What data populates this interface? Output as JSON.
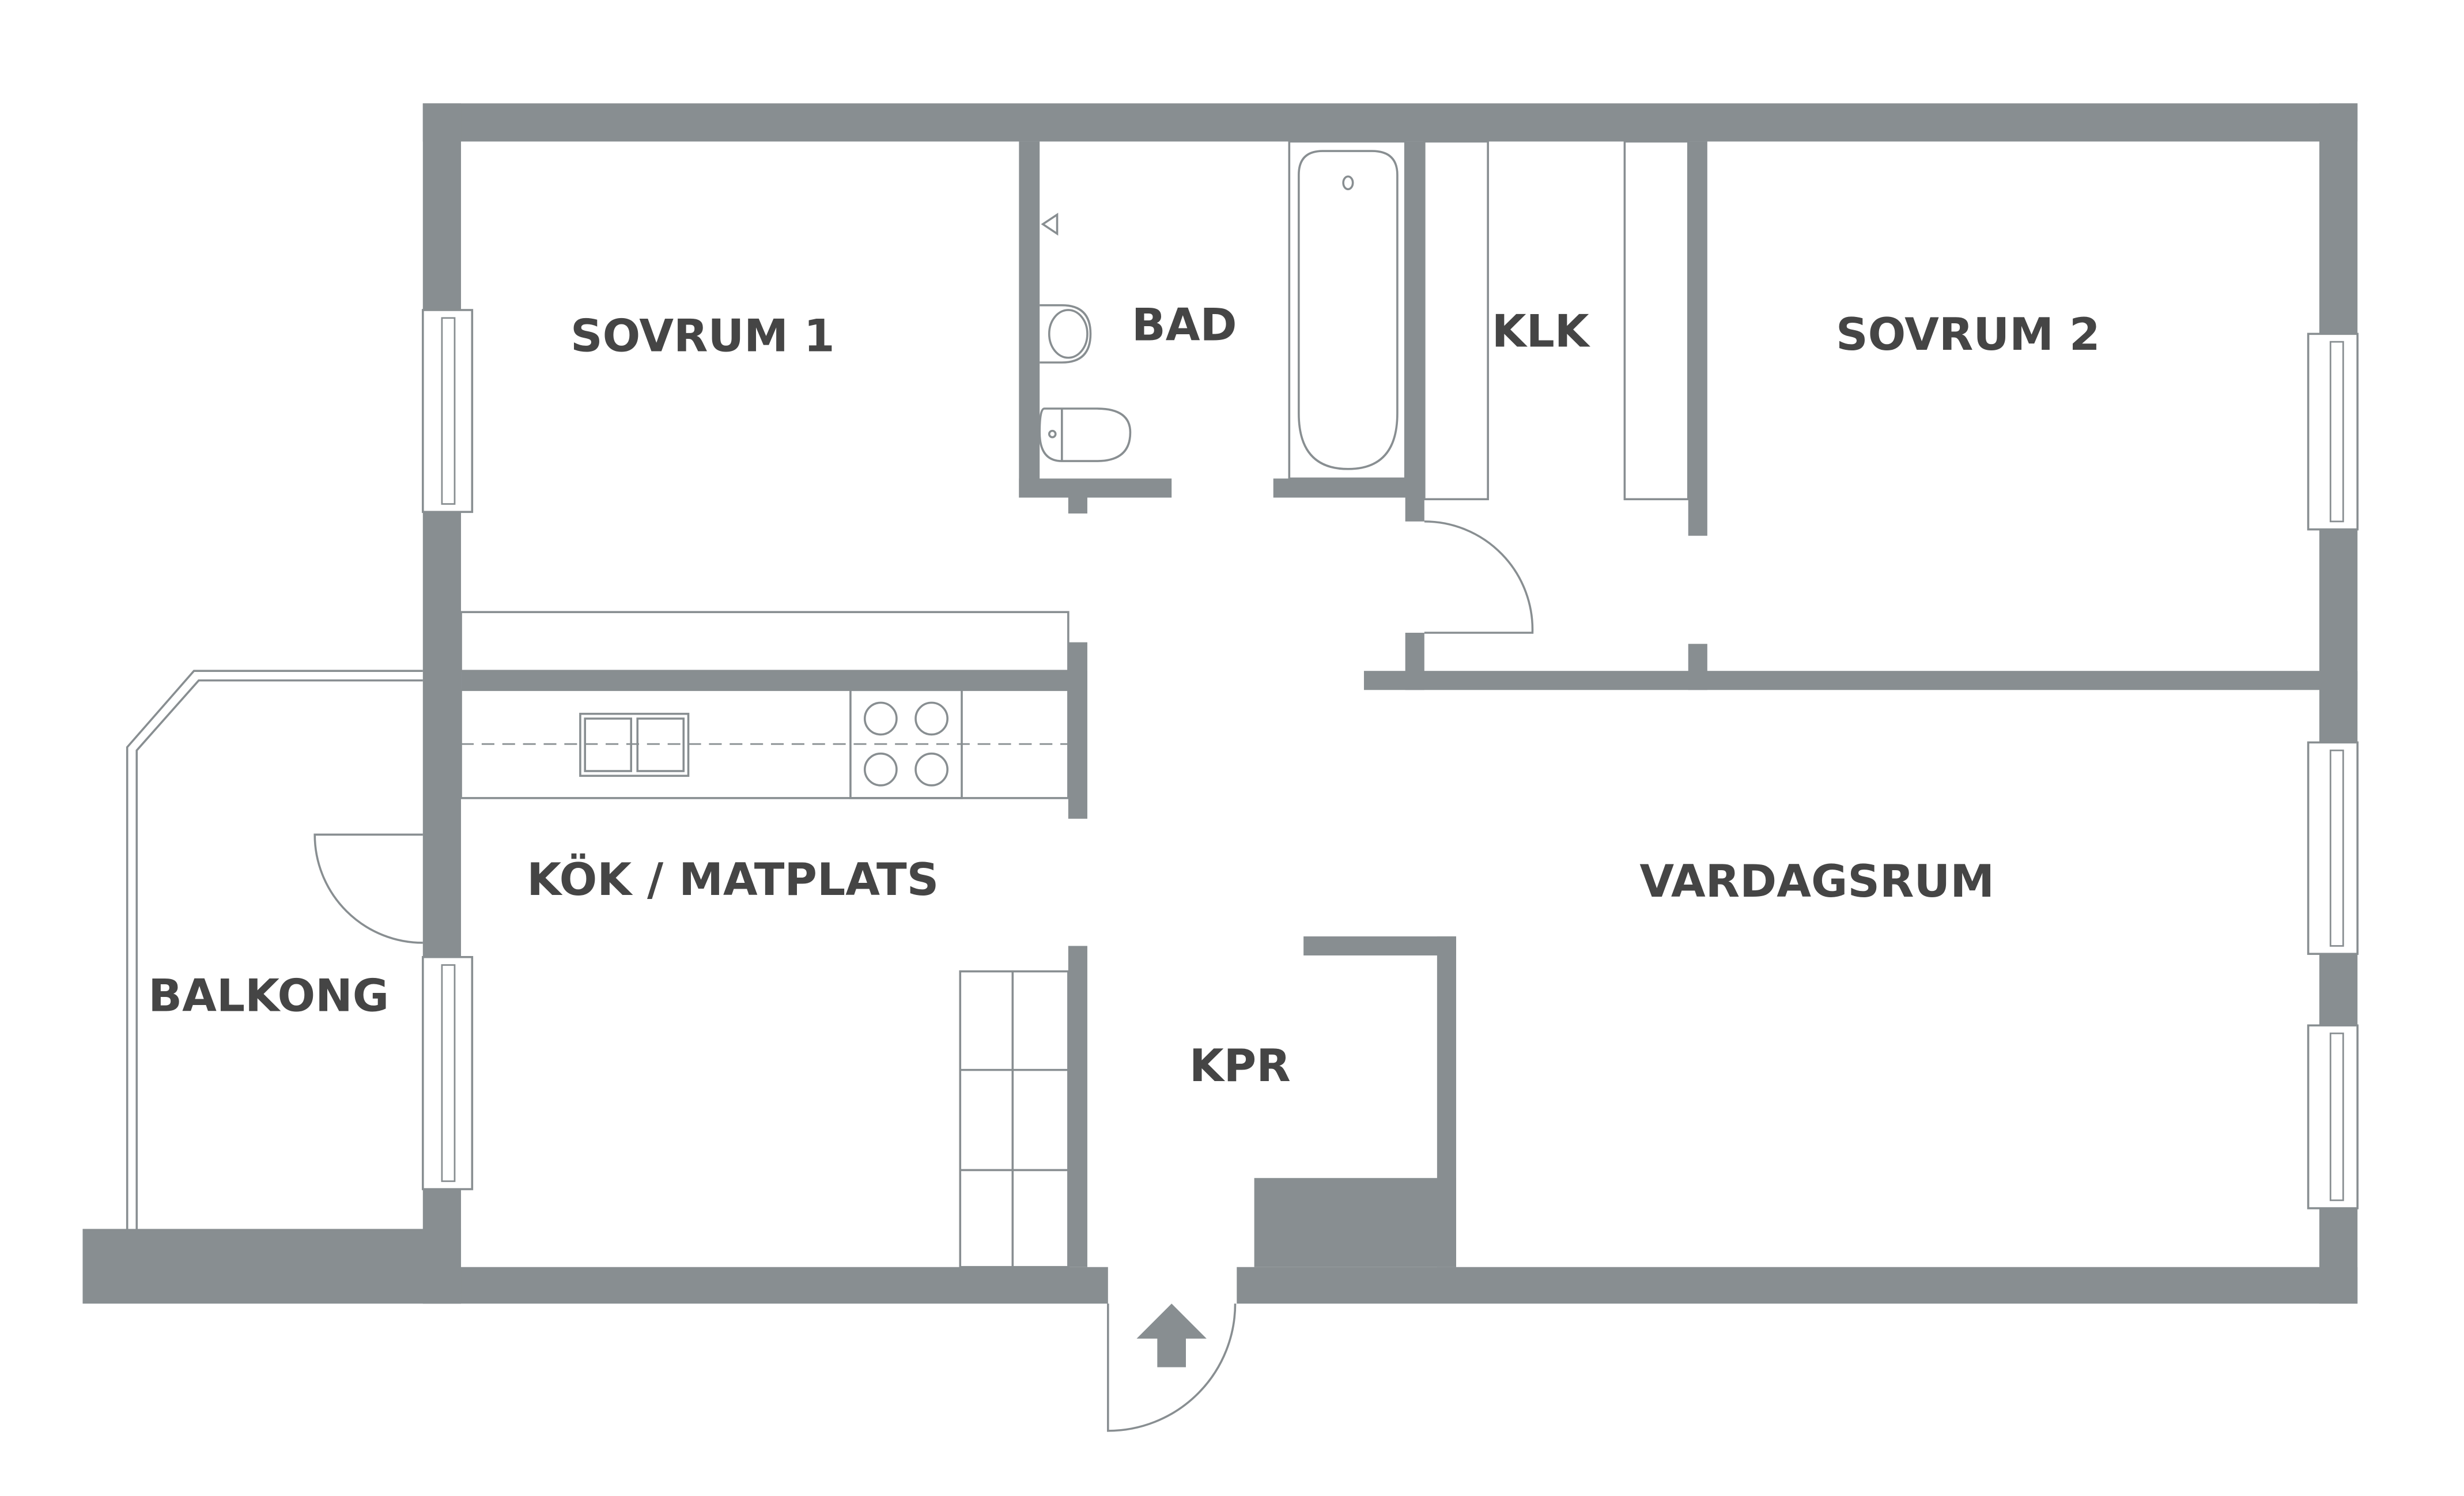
{
  "rooms": {
    "sovrum1": "SOVRUM 1",
    "bad": "BAD",
    "klk": "KLK",
    "sovrum2": "SOVRUM 2",
    "kok": "KÖK / MATPLATS",
    "vardagsrum": "VARDAGSRUM",
    "balkong": "BALKONG",
    "kpr": "KPR"
  },
  "colors": {
    "wall": "#888e91",
    "text": "#454545"
  }
}
